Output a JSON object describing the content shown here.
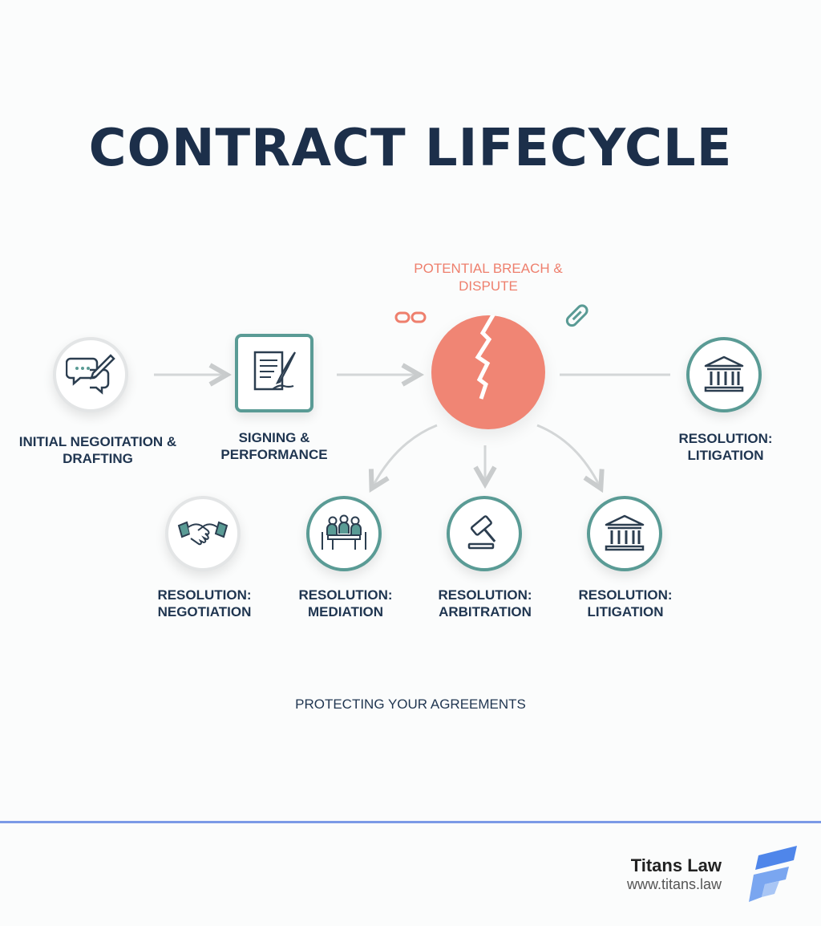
{
  "title": "CONTRACT LIFECYCLE",
  "breach": {
    "label": "POTENTIAL BREACH & DISPUTE"
  },
  "stages": {
    "negotiation_drafting": {
      "label": "INITIAL NEGOITATION & DRAFTING",
      "icon": "chat-pen-icon"
    },
    "signing_performance": {
      "label": "SIGNING & PERFORMANCE",
      "icon": "document-quill-icon"
    },
    "litigation_top": {
      "label": "RESOLUTION: LITIGATION",
      "icon": "courthouse-icon"
    }
  },
  "resolutions": [
    {
      "label": "RESOLUTION: NEGOTIATION",
      "icon": "handshake-icon"
    },
    {
      "label": "RESOLUTION: MEDIATION",
      "icon": "meeting-table-icon"
    },
    {
      "label": "RESOLUTION: ARBITRATION",
      "icon": "gavel-icon"
    },
    {
      "label": "RESOLUTION: LITIGATION",
      "icon": "courthouse-icon"
    }
  ],
  "tagline": "PROTECTING YOUR AGREEMENTS",
  "brand": {
    "name": "Titans Law",
    "url": "www.titans.law",
    "logo": "titans-law-logo"
  },
  "colors": {
    "navy": "#1c2f4a",
    "teal": "#5a9b95",
    "coral": "#f08574",
    "rule": "#7b9ae6"
  }
}
